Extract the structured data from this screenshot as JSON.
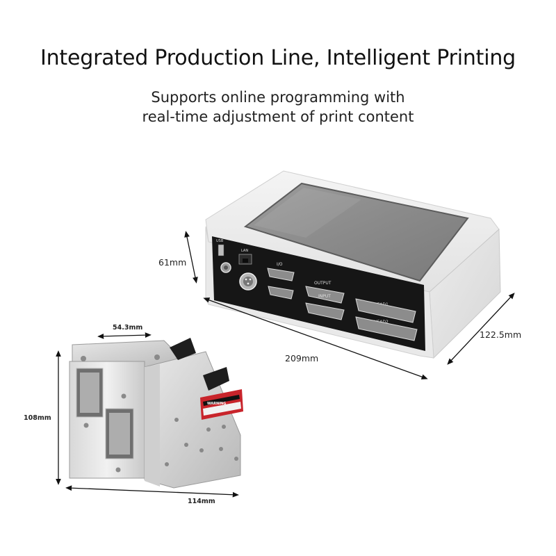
{
  "header": {
    "title": "Integrated Production Line, Intelligent Printing",
    "subtitle_line1": "Supports online programming with",
    "subtitle_line2": "real-time adjustment of print content"
  },
  "controller": {
    "port_labels": {
      "usb": "USB",
      "lan": "LAN",
      "io": "I/O",
      "output": "OUTPUT",
      "input": "INPUT",
      "head1": "HEAD1",
      "head2": "HEAD2"
    },
    "dimensions": {
      "height": "61mm",
      "length": "209mm",
      "depth": "122.5mm"
    }
  },
  "print_head": {
    "warning_label": "WARNING",
    "dimensions": {
      "width_top": "54.3mm",
      "height": "108mm",
      "length": "114mm"
    }
  }
}
